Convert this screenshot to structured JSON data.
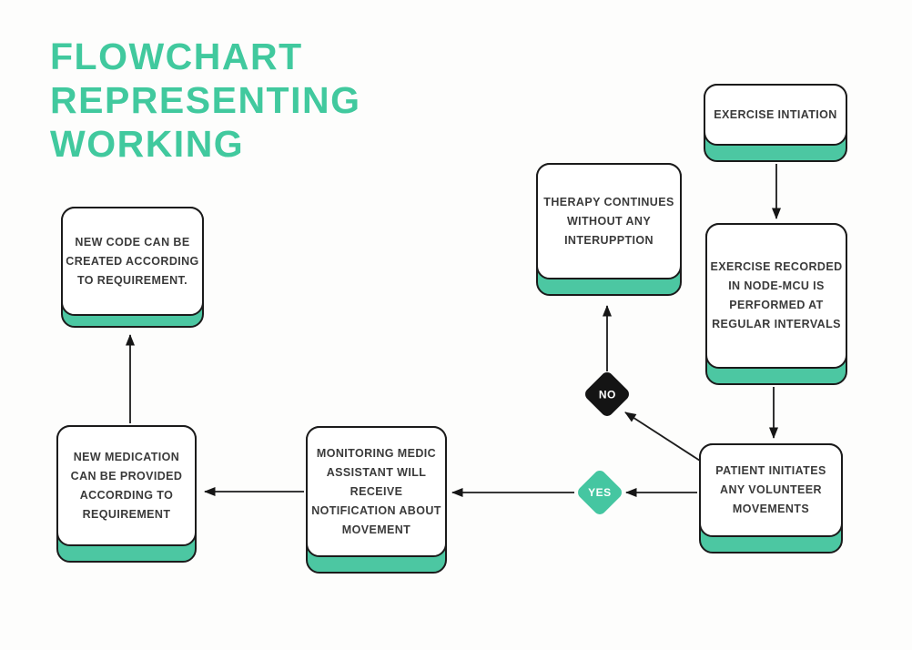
{
  "title": {
    "text": "FLOWCHART REPRESENTING WORKING"
  },
  "colors": {
    "title_teal": "#41c99e",
    "node_bar_green": "#4cc7a2",
    "diamond_yes_green": "#45c6a1",
    "diamond_no_black": "#141414",
    "node_border": "#1b1b1b",
    "node_text": "#3a3a3a",
    "background": "#fdfdfc"
  },
  "flowchart": {
    "nodes": [
      {
        "id": "exercise-initiation",
        "label": "EXERCISE INTIATION"
      },
      {
        "id": "exercise-recorded",
        "label": "EXERCISE RECORDED IN NODE-MCU IS PERFORMED AT REGULAR INTERVALS"
      },
      {
        "id": "patient-initiates",
        "label": "PATIENT INITIATES ANY VOLUNTEER MOVEMENTS"
      },
      {
        "id": "therapy-continues",
        "label": "THERAPY CONTINUES WITHOUT ANY INTERUPPTION"
      },
      {
        "id": "monitoring-medic",
        "label": "MONITORING MEDIC ASSISTANT WILL RECEIVE NOTIFICATION ABOUT MOVEMENT"
      },
      {
        "id": "new-medication",
        "label": "NEW MEDICATION CAN BE PROVIDED ACCORDING TO REQUIREMENT"
      },
      {
        "id": "new-code",
        "label": "NEW CODE CAN BE CREATED ACCORDING TO REQUIREMENT."
      }
    ],
    "decisions": [
      {
        "id": "no",
        "label": "NO"
      },
      {
        "id": "yes",
        "label": "YES"
      }
    ]
  }
}
